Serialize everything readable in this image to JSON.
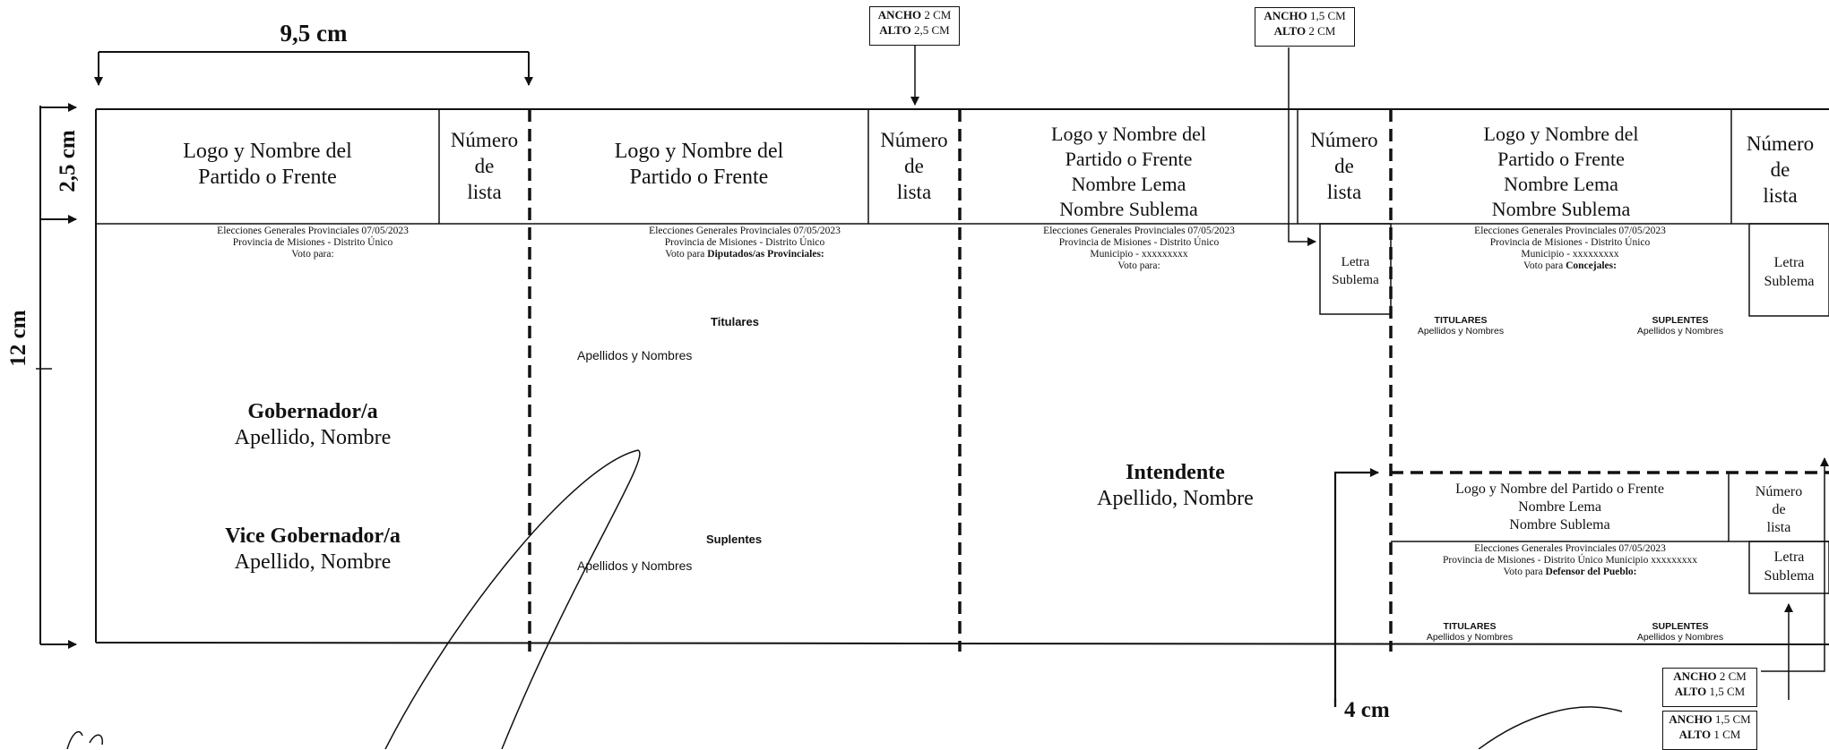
{
  "dimensions": {
    "width_label": "9,5 cm",
    "header_height_label": "2,5 cm",
    "height_label": "12 cm",
    "subsection_label": "4 cm"
  },
  "annotations": {
    "numero_box_size": [
      "ANCHO",
      "2 CM",
      "ALTO",
      "2,5 CM"
    ],
    "letra_box_size": [
      "ANCHO",
      "1,5 CM",
      "ALTO",
      "2 CM"
    ],
    "defensor_numero_size": [
      "ANCHO",
      "2 CM",
      "ALTO",
      "1,5 CM"
    ],
    "defensor_letra_size": [
      "ANCHO",
      "1,5 CM",
      "ALTO",
      "1 CM"
    ]
  },
  "common": {
    "logo_two_lines": [
      "Logo y Nombre del",
      "Partido o Frente"
    ],
    "logo_four_lines": [
      "Logo y Nombre del",
      "Partido o Frente",
      "Nombre Lema",
      "Nombre Sublema"
    ],
    "numero_lista": [
      "Número",
      "de",
      "lista"
    ],
    "letra_sublema": [
      "Letra",
      "Sublema"
    ],
    "elecciones": "Elecciones Generales Provinciales 07/05/2023",
    "provincia": "Provincia de Misiones - Distrito Único",
    "apellido_nombre": "Apellido, Nombre",
    "apellidos_y_nombres": "Apellidos y Nombres"
  },
  "sections": {
    "gobernador": {
      "voto": "Voto para:",
      "title_1": "Gobernador/a",
      "title_2": "Vice Gobernador/a"
    },
    "diputados": {
      "voto_prefix": "Voto para ",
      "voto_bold": "Diputados/as Provinciales:",
      "titulares": "Titulares",
      "suplentes": "Suplentes"
    },
    "intendente": {
      "municipio": "Municipio - xxxxxxxxx",
      "voto": "Voto para:",
      "title": "Intendente"
    },
    "concejales": {
      "municipio": "Municipio - xxxxxxxxx",
      "voto_prefix": "Voto para ",
      "voto_bold": "Concejales:",
      "titulares": "TITULARES",
      "suplentes": "SUPLENTES"
    },
    "defensor": {
      "logo_line": "Logo y Nombre del Partido o Frente",
      "lema": "Nombre Lema",
      "sublema": "Nombre Sublema",
      "provincia_municipio": "Provincia de Misiones - Distrito Único Municipio xxxxxxxxx",
      "voto_prefix": "Voto para ",
      "voto_bold": "Defensor del Pueblo:",
      "titulares": "TITULARES",
      "suplentes": "SUPLENTES"
    }
  }
}
